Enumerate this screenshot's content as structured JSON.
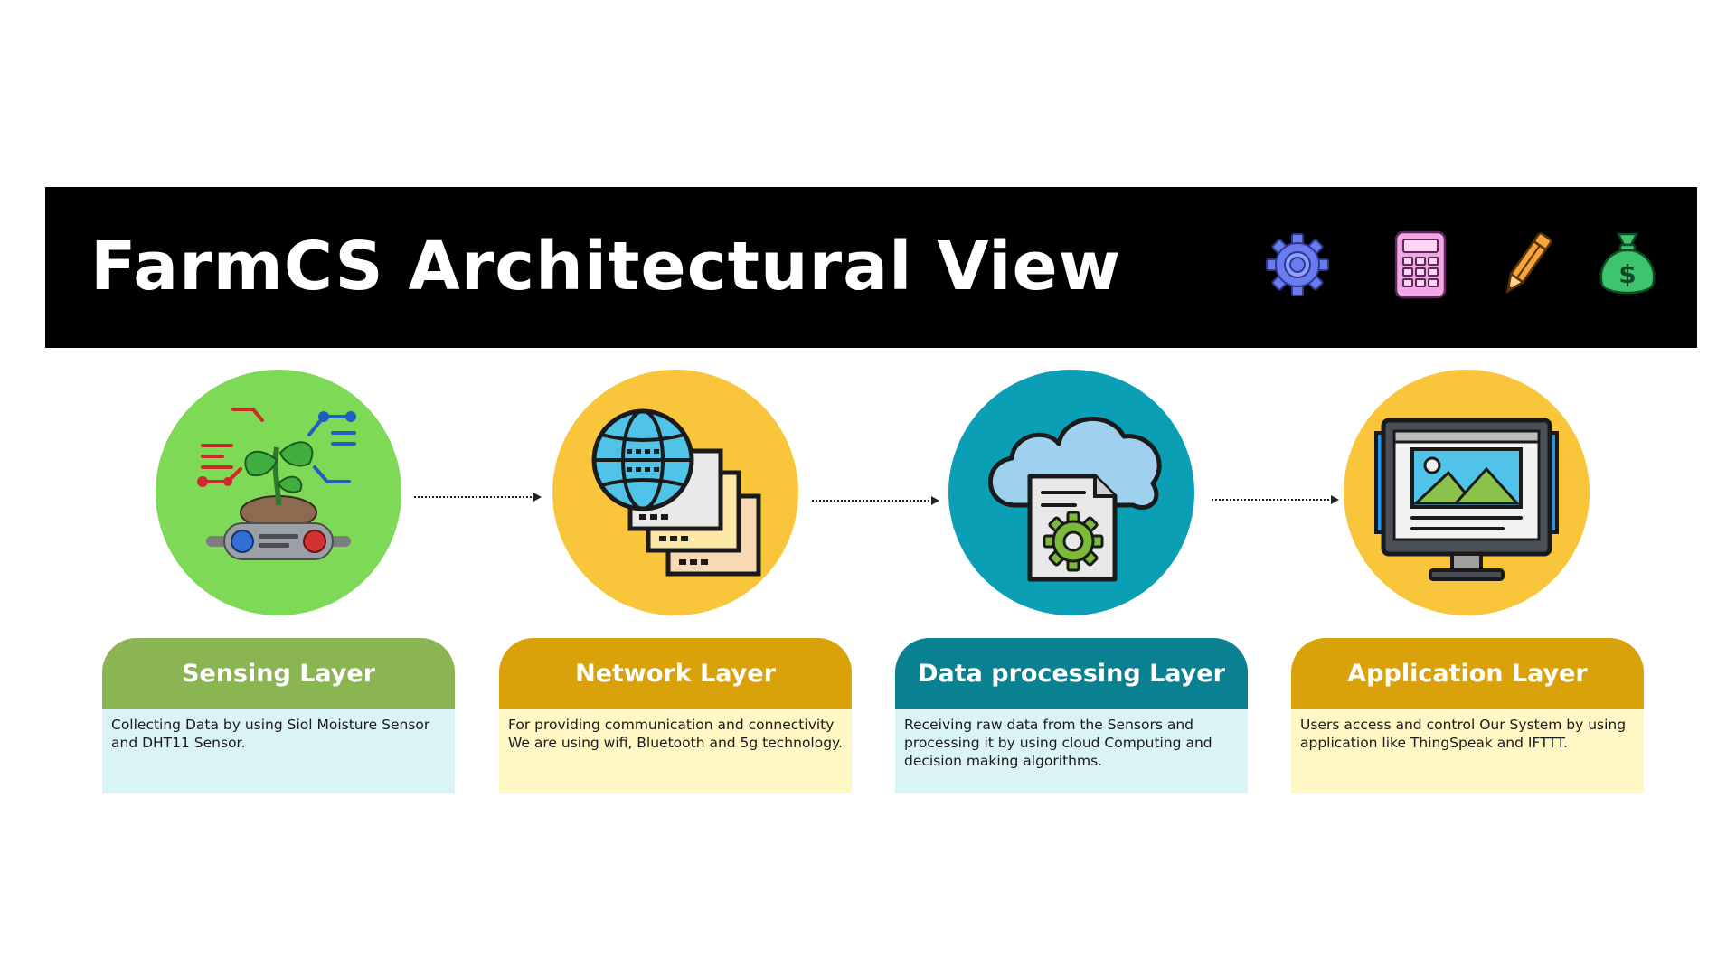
{
  "title": "FarmCS Architectural View",
  "header_icons": [
    {
      "name": "gear-icon",
      "color": "#6b7cf0"
    },
    {
      "name": "calculator-icon",
      "color": "#f2a6e6"
    },
    {
      "name": "pencil-icon",
      "color": "#f7a43a"
    },
    {
      "name": "money-bag-icon",
      "color": "#3ec46d"
    }
  ],
  "layers": [
    {
      "name": "Sensing Layer",
      "description": "Collecting Data by using Siol Moisture Sensor and DHT11 Sensor.",
      "icon": "plant-sensor-icon",
      "circle_color": "#7ed957",
      "header_color": "#8ab552",
      "body_color": "#daf3f5"
    },
    {
      "name": "Network Layer",
      "description": "For providing communication and connectivity We are using wifi, Bluetooth and 5g technology.",
      "icon": "globe-network-icon",
      "circle_color": "#f9c53b",
      "header_color": "#d9a20a",
      "body_color": "#fff7c4"
    },
    {
      "name": "Data processing Layer",
      "description": "Receiving raw data from the Sensors and processing it by using cloud Computing and decision making algorithms.",
      "icon": "cloud-processing-icon",
      "circle_color": "#0a9fb5",
      "header_color": "#0a8190",
      "body_color": "#daf3f5"
    },
    {
      "name": "Application Layer",
      "description": "Users access and control Our System by using application like ThingSpeak and IFTTT.",
      "icon": "monitor-app-icon",
      "circle_color": "#f9c53b",
      "header_color": "#d9a20a",
      "body_color": "#fff7c4"
    }
  ]
}
